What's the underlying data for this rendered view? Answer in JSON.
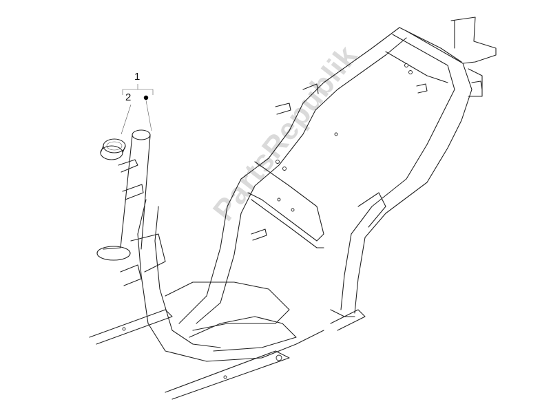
{
  "diagram": {
    "callouts": [
      {
        "number": "1",
        "description_shown": ""
      },
      {
        "number": "2"
      }
    ],
    "bullet_marker": "dot",
    "watermark": "PartsRepublik"
  }
}
